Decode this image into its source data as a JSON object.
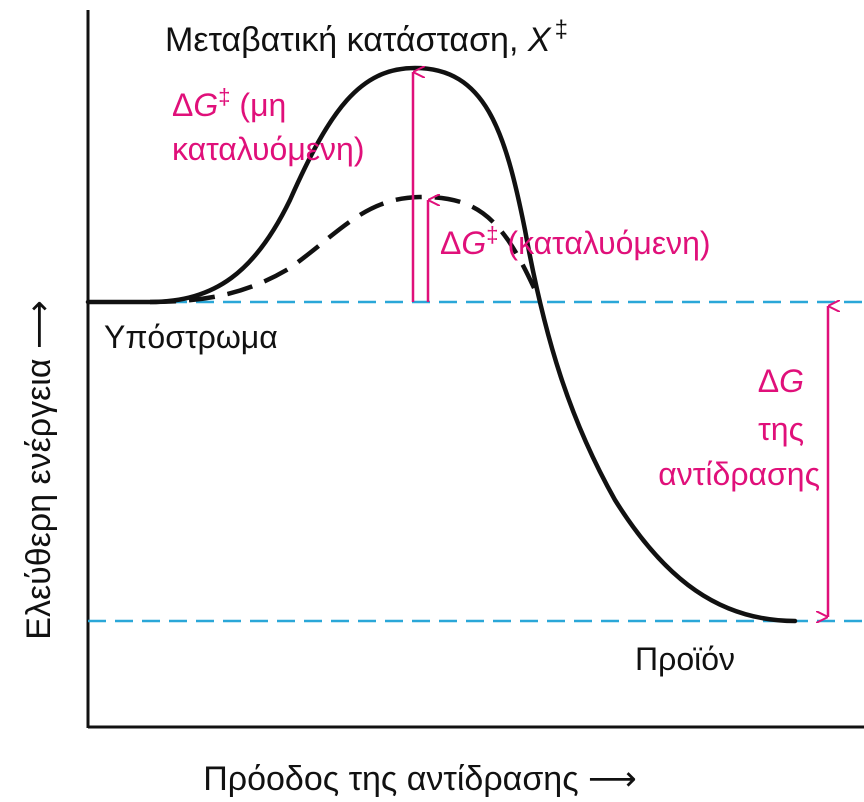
{
  "colors": {
    "curve": "#111111",
    "axis": "#111111",
    "reference_line": "#2aa7d8",
    "annotation": "#e0107a"
  },
  "labels": {
    "transition_state": "Μεταβατική κατάσταση, ",
    "transition_state_symbol": "X",
    "double_dagger": "‡",
    "substrate": "Υπόστρωμα",
    "product": "Προϊόν",
    "y_axis": "Ελεύθερη ενέργεια ⟶",
    "x_axis": "Πρόοδος της αντίδρασης ⟶",
    "delta": "Δ",
    "g": "G",
    "uncatalyzed_line1_suffix": " (μη",
    "uncatalyzed_line2": "καταλυόμενη)",
    "catalyzed_suffix": " (καταλυόμενη)",
    "reaction_line2": "της",
    "reaction_line3": "αντίδρασης"
  },
  "curves": [
    {
      "name": "uncatalyzed",
      "style": "solid"
    },
    {
      "name": "catalyzed",
      "style": "dashed"
    }
  ]
}
